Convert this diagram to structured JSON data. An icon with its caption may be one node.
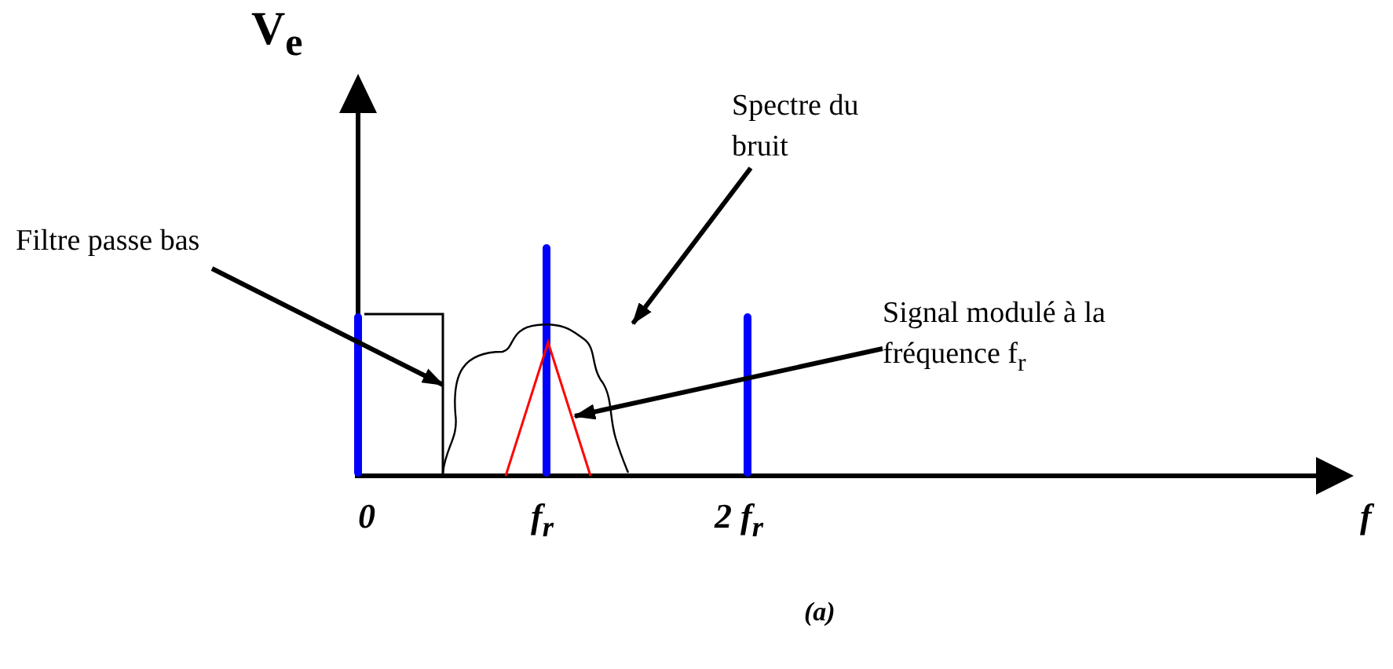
{
  "diagram": {
    "caption": "(a)",
    "nodes": [
      {
        "text": [
          "Spectre du bruit"
        ]
      },
      {
        "text": [
          "Filtre passe bas"
        ]
      },
      {
        "text": [
          "Signal modulé à la fréquence f$_{r}$"
        ]
      },
      {
        "text": [],
        "shape": "box"
      },
      {
        "text": [],
        "shape": "cloud"
      },
      {
        "text": [],
        "shape": "triangle",
        "in": 4
      }
    ],
    "edges": [
      {
        "from": 1,
        "to": 3,
        "arrow": "to"
      },
      {
        "from": 0,
        "to": 4,
        "arrow": "to"
      },
      {
        "from": 2,
        "to": 5,
        "arrow": "to"
      }
    ],
    "labels": [
      "V$_{e}$",
      "0",
      "f$_{r}$",
      "2 f$_{r}$",
      "f"
    ]
  }
}
